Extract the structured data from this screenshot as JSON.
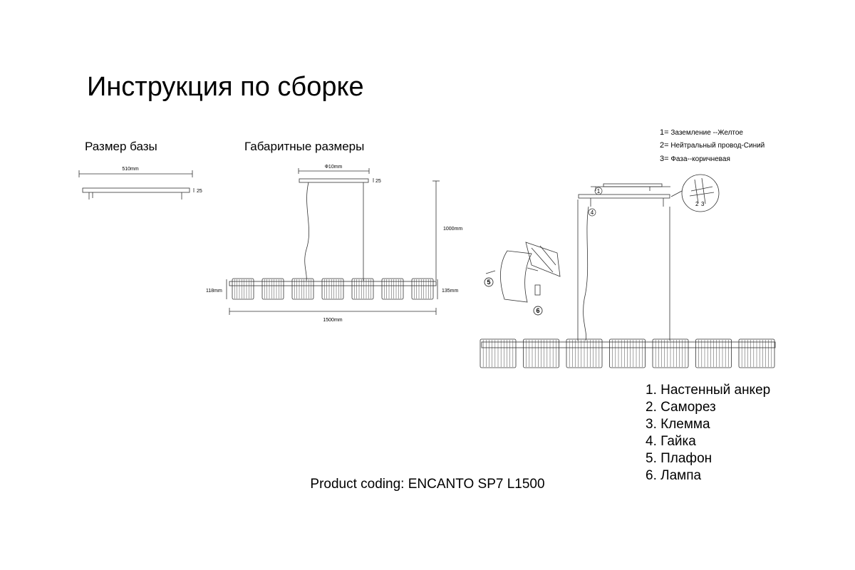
{
  "title": "Инструкция по сборке",
  "base_section": {
    "title": "Размер базы",
    "width_label": "510mm",
    "height_label": "25"
  },
  "overall_section": {
    "title": "Габаритные размеры",
    "canopy_width_label": "Ф10mm",
    "canopy_height_label": "25",
    "drop_label": "1000mm",
    "shade_height_left": "118mm",
    "shade_height_right": "135mm",
    "length_label": "1500mm"
  },
  "wires": [
    {
      "key": "1=",
      "text": "Заземление --Желтое"
    },
    {
      "key": "2=",
      "text": "Нейтральный провод-Синий"
    },
    {
      "key": "3=",
      "text": "Фаза--коричневая"
    }
  ],
  "callouts": {
    "c1": "1",
    "c2": "2",
    "c3": "3",
    "c4": "4",
    "c5": "5",
    "c6": "6"
  },
  "parts": [
    "1. Настенный анкер",
    "2. Саморез",
    "3. Клемма",
    "4. Гайка",
    "5. Плафон",
    "6. Лампа"
  ],
  "product_coding": "Product coding: ENCANTO SP7 L1500",
  "drawing": {
    "stroke": "#333333",
    "shade_count": 7
  }
}
